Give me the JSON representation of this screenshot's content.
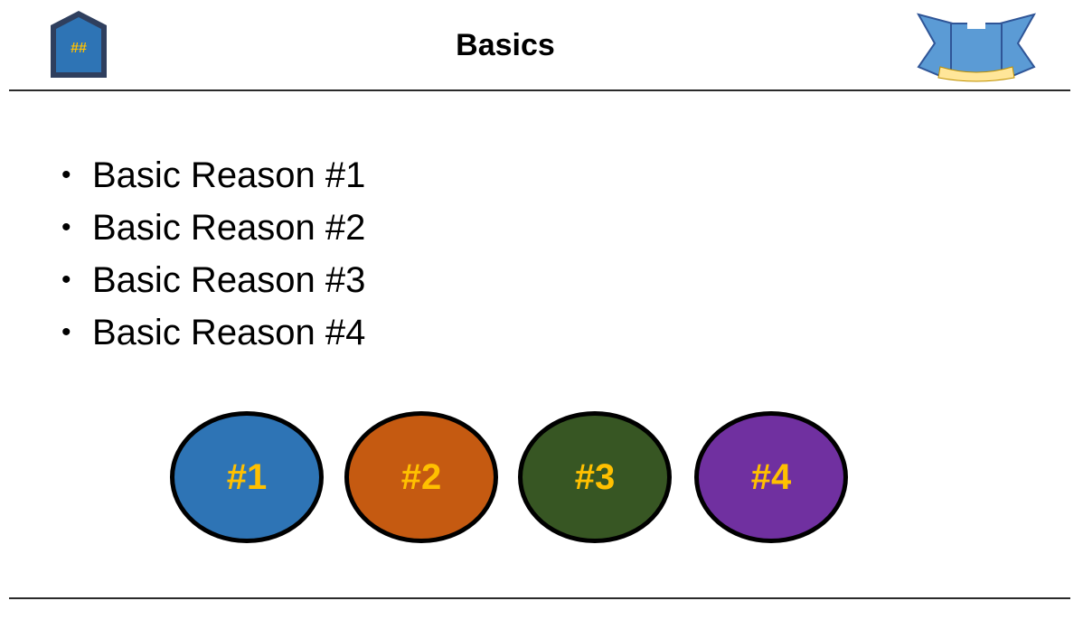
{
  "slide": {
    "title": "Basics",
    "reasons": [
      "Basic Reason #1",
      "Basic Reason #2",
      "Basic Reason #3",
      "Basic Reason #4"
    ],
    "bullet_glyph": "•",
    "house_icon_label": "##",
    "ovals": [
      {
        "label": "#1",
        "color": "#2e74b5"
      },
      {
        "label": "#2",
        "color": "#c55a11"
      },
      {
        "label": "#3",
        "color": "#375623"
      },
      {
        "label": "#4",
        "color": "#7030a0"
      }
    ],
    "colors": {
      "accent_text": "#ffc000",
      "icon_blue": "#2e74b5",
      "icon_border": "#2f3f5e",
      "banner_blue": "#5b9bd5",
      "scroll_yellow": "#ffe699"
    }
  }
}
